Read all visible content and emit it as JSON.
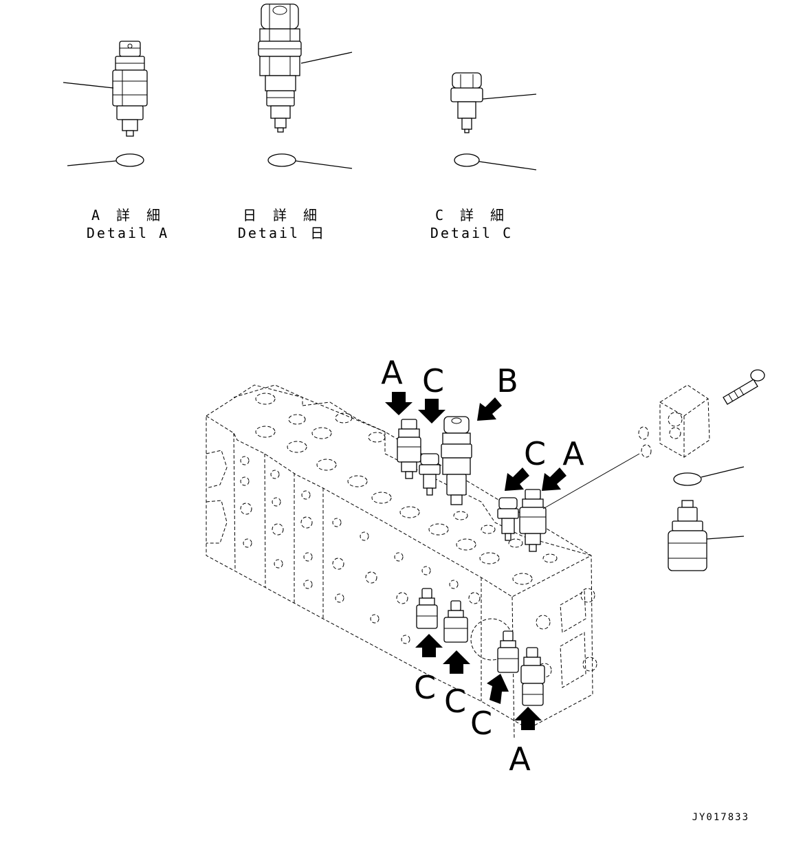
{
  "details": [
    {
      "id": "A",
      "caption_jp": "A 詳 細",
      "caption_en": "Detail A"
    },
    {
      "id": "B",
      "caption_jp": "日 詳 細",
      "caption_en": "Detail 日"
    },
    {
      "id": "C",
      "caption_jp": "C 詳 細",
      "caption_en": "Detail C"
    }
  ],
  "callouts": [
    "A",
    "C",
    "B",
    "C",
    "A",
    "C",
    "C",
    "C",
    "A"
  ],
  "drawing_code": "JY017833",
  "icons": [
    "relief-valve-a-icon",
    "relief-valve-b-icon",
    "plug-c-icon",
    "o-ring-icon",
    "control-valve-body-icon",
    "mounting-bolt-icon",
    "arrow-icon"
  ]
}
